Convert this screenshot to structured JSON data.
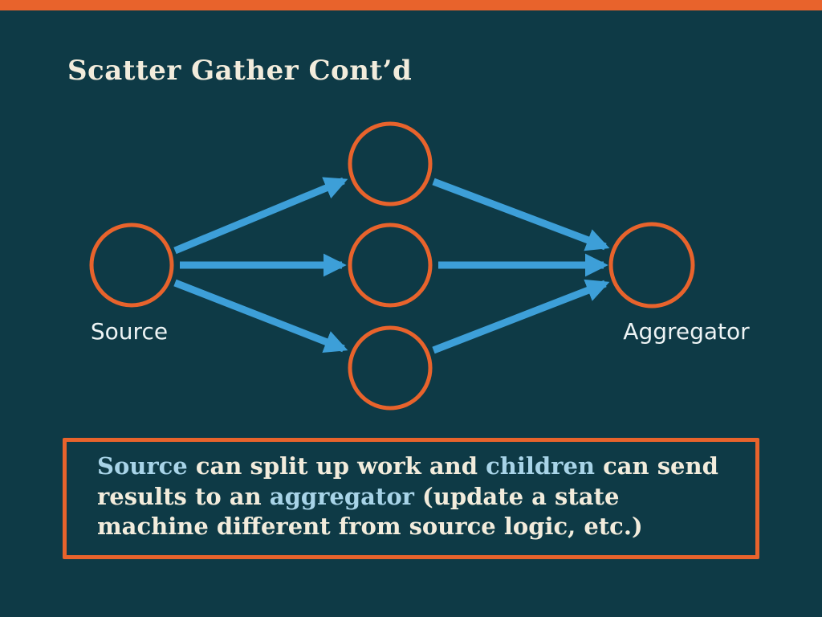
{
  "colors": {
    "background": "#0e3a46",
    "accent": "#e8632c",
    "arrow": "#3d9fd8",
    "cream": "#f2ecdc",
    "highlight": "#a8d4e8",
    "label": "#eef4f5"
  },
  "slide": {
    "title": "Scatter Gather Cont’d"
  },
  "diagram": {
    "source_label": "Source",
    "aggregator_label": "Aggregator",
    "node_count": 5,
    "worker_count": 3
  },
  "callout": {
    "segments": [
      {
        "text": "Source",
        "highlight": true
      },
      {
        "text": " can split up work and ",
        "highlight": false
      },
      {
        "text": "children",
        "highlight": true
      },
      {
        "text": " can send results to an ",
        "highlight": false
      },
      {
        "text": "aggregator",
        "highlight": true
      },
      {
        "text": " (update a state machine different from source logic, etc.)",
        "highlight": false
      }
    ]
  }
}
